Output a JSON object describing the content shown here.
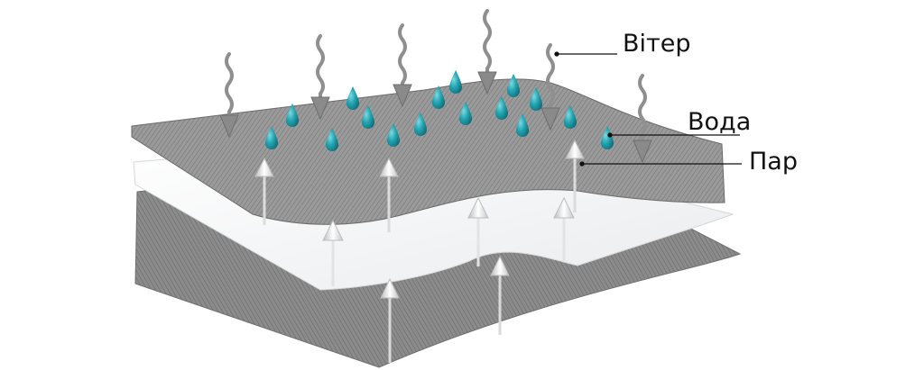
{
  "labels": {
    "wind": "Вітер",
    "water": "Вода",
    "vapor": "Пар"
  },
  "colors": {
    "fabric": "#8f8f8f",
    "fabric_dark": "#6e6e6e",
    "membrane": "#f4f5f6",
    "membrane_edge": "#d8dadc",
    "drop": "#2aa8b4",
    "drop_dark": "#137f8c",
    "wind_arrow": "#9a9a9a",
    "vapor_arrow": "#e6e6e6"
  },
  "icons": {
    "wind": "wavy-down-arrow",
    "water": "water-drop",
    "vapor": "up-arrow"
  }
}
